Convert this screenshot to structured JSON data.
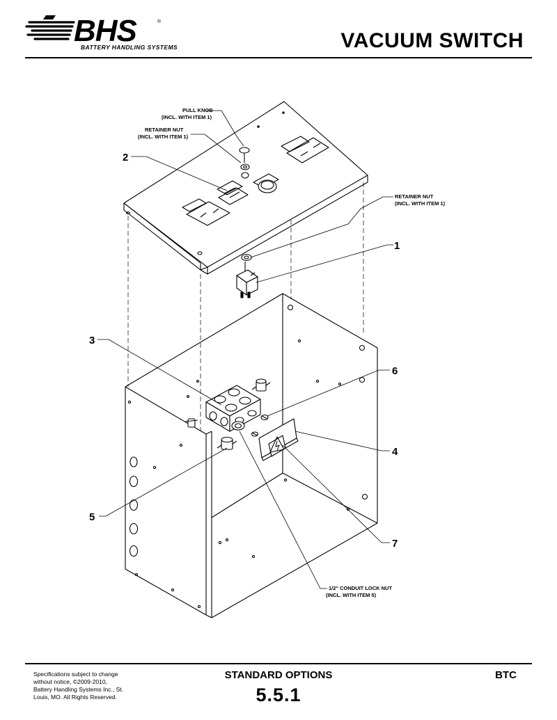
{
  "header": {
    "logo_text": "BHS",
    "logo_subtitle": "BATTERY HANDLING SYSTEMS",
    "logo_reg_mark": "®",
    "title": "VACUUM SWITCH"
  },
  "callouts": {
    "pull_knob": {
      "line1": "PULL KNOB",
      "line2": "(INCL. WITH ITEM 1)"
    },
    "retainer_nut_top": {
      "line1": "RETAINER NUT",
      "line2": "(INCL. WITH ITEM 1)"
    },
    "retainer_nut_right": {
      "line1": "RETAINER NUT",
      "line2": "(INCL. WITH ITEM 1)"
    },
    "conduit_lock_nut": {
      "line1": "1/2\" CONDUIT LOCK NUT",
      "line2": "(INCL. WITH ITEM 5)"
    },
    "item_1": "1",
    "item_2": "2",
    "item_3": "3",
    "item_4": "4",
    "item_5": "5",
    "item_6": "6",
    "item_7": "7"
  },
  "footer": {
    "note_lines": [
      "Specifications subject to change",
      "without notice, ©2009-2010,",
      "Battery Handling Systems Inc., St.",
      "Louis, MO. All Rights Reserved."
    ],
    "section": "STANDARD OPTIONS",
    "section_number": "5.5.1",
    "code": "BTC"
  }
}
